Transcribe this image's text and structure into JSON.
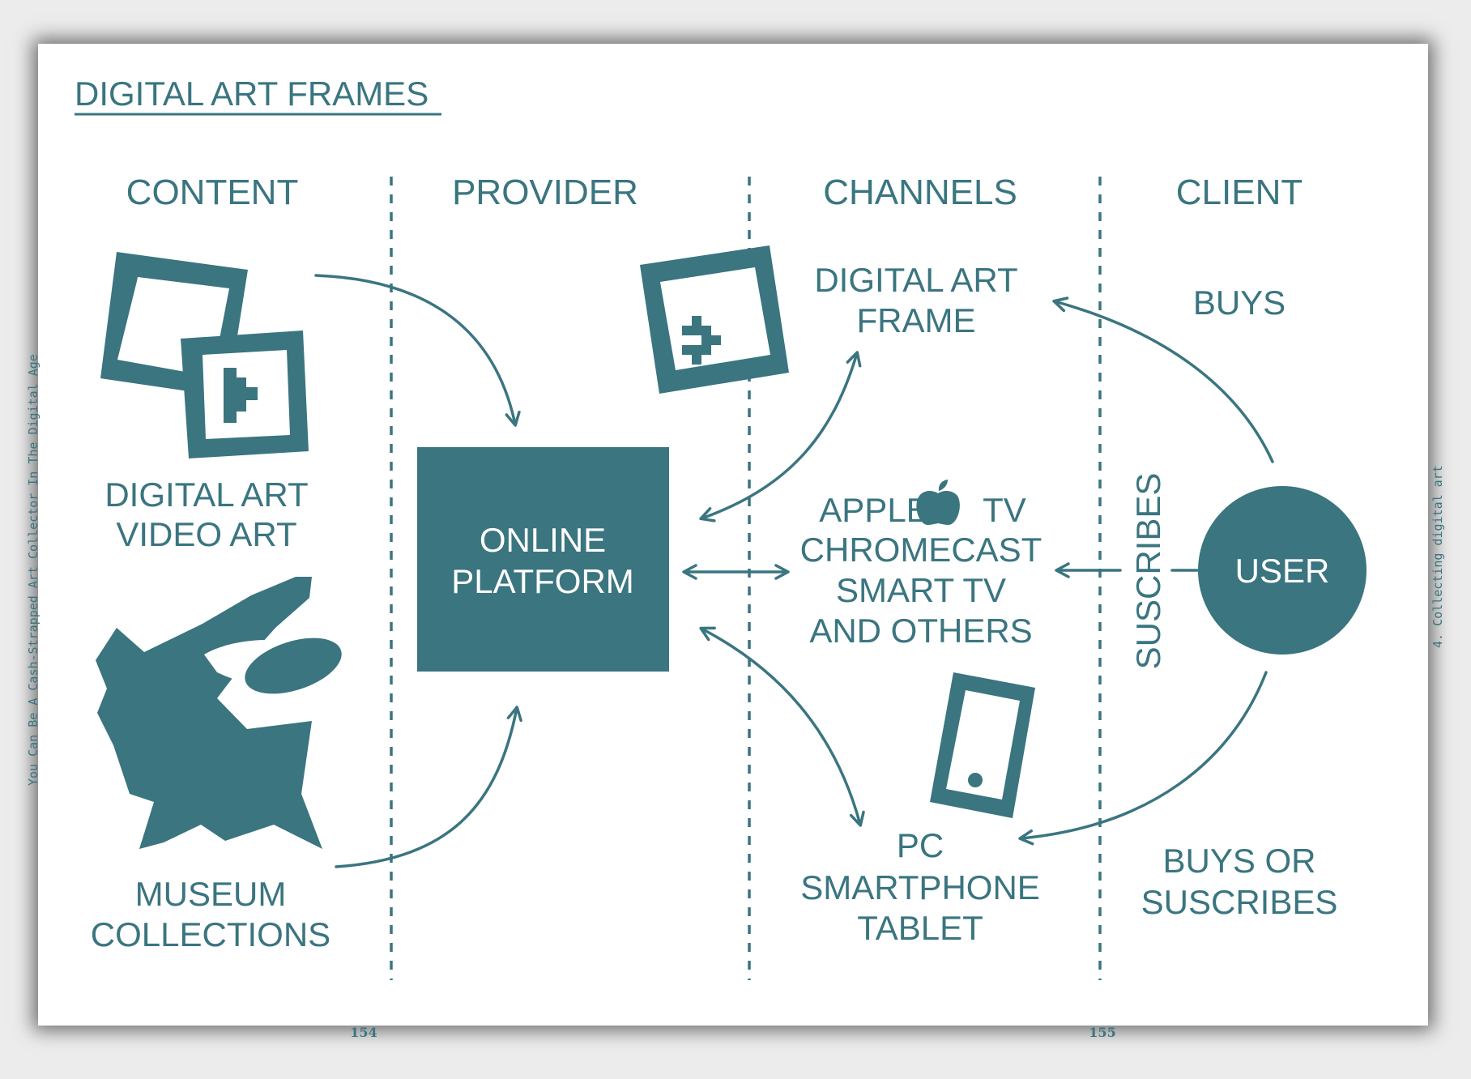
{
  "title": "DIGITAL ART FRAMES",
  "columns": [
    "CONTENT",
    "PROVIDER",
    "CHANNELS",
    "CLIENT"
  ],
  "content": {
    "digital": [
      "DIGITAL ART",
      "VIDEO ART"
    ],
    "museum": [
      "MUSEUM",
      "COLLECTIONS"
    ]
  },
  "provider": [
    "ONLINE",
    "PLATFORM"
  ],
  "channels": {
    "frame": [
      "DIGITAL ART",
      "FRAME"
    ],
    "tv_apple": "APPLE",
    "tv_suffix": "TV",
    "tv_rest": [
      "CHROMECAST",
      "SMART TV",
      "AND OTHERS"
    ],
    "devices": [
      "PC",
      "SMARTPHONE",
      "TABLET"
    ]
  },
  "client": {
    "buys": "BUYS",
    "suscribes": "SUSCRIBES",
    "user": "USER",
    "buys_or": [
      "BUYS OR",
      "SUSCRIBES"
    ]
  },
  "side_left": "You Can Be A Cash-Strapped Art Collector In The Digital Age",
  "side_right": "4. Collecting digital art",
  "page_numbers": [
    "154",
    "155"
  ],
  "icons": [
    "frame-icon",
    "apple-logo-icon",
    "smartphone-icon",
    "art-icon",
    "museum-art-icon"
  ],
  "colors": {
    "accent": "#3a7580",
    "page": "#ffffff"
  }
}
